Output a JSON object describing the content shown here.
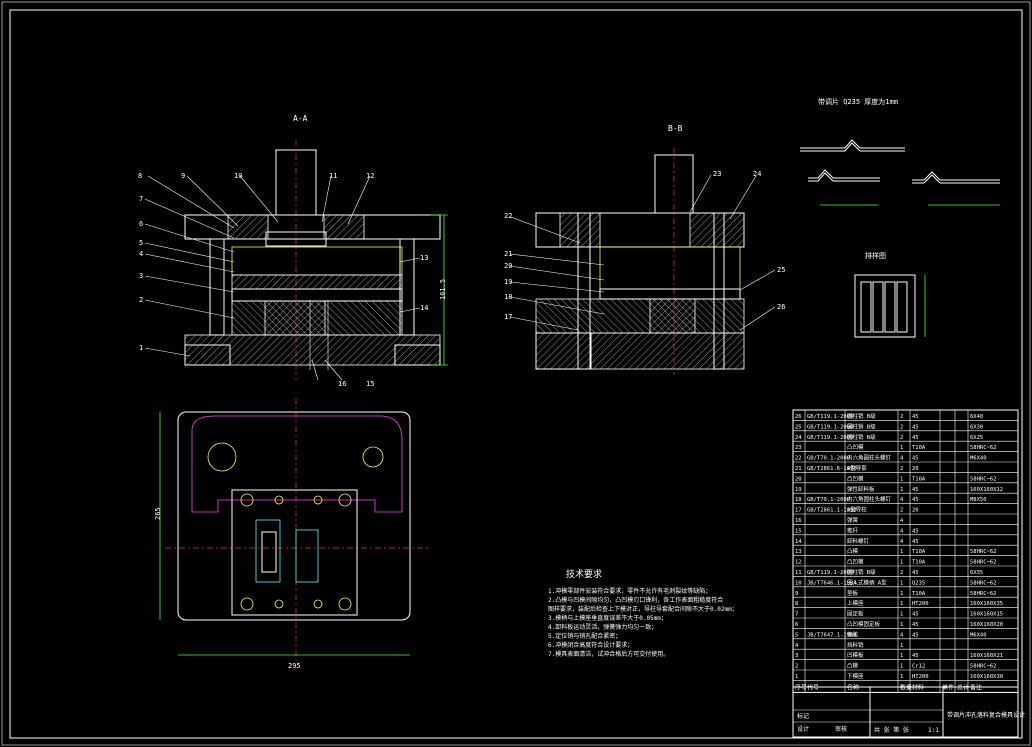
{
  "drawing": {
    "view_labels": {
      "section_a": "A-A",
      "section_b": "B-B",
      "blank_view": "排样图"
    },
    "part_note": "带调片  Q235   厚度为1mm",
    "dimension_total_height": "161.5",
    "dimension_plan_width": "295",
    "dimension_plan_height": "265",
    "leaders_a": [
      "8",
      "9",
      "10",
      "11",
      "12",
      "7",
      "6",
      "5",
      "4",
      "3",
      "2",
      "1",
      "13",
      "14",
      "15",
      "16"
    ],
    "leaders_b": [
      "23",
      "24",
      "25",
      "22",
      "21",
      "20",
      "19",
      "18",
      "17",
      "26"
    ]
  },
  "tech_requirements": {
    "title": "技术要求",
    "lines": [
      "1.冲模零部件安装符合要求，零件不允许有毛刺裂纹等缺陷；",
      "2.凸模与凹模间隙均匀，凸凹模刃口锋利，各工作表面粗糙度符合",
      "  图样要求，装配后检查上下模对正，导柱导套配合间隙不大于0.02mm；",
      "3.模柄与上模座垂直度误差不大于0.05mm；",
      "4.卸料板运动灵活，弹簧弹力均匀一致；",
      "5.定位销与销孔配合紧密；",
      "6.冲模闭合高度符合设计要求；",
      "7.模具表面清洁，试冲合格后方可交付使用。"
    ]
  },
  "bom": {
    "headers": [
      "序号",
      "代号",
      "名称",
      "数量",
      "材料",
      "单件",
      "总计",
      "备注"
    ],
    "rows": [
      [
        "26",
        "GB/T119.1-2000",
        "圆柱销 B级",
        "2",
        "45",
        "",
        "",
        "6X40"
      ],
      [
        "25",
        "GB/T119.1-2000",
        "圆柱销 B级",
        "2",
        "45",
        "",
        "",
        "6X30"
      ],
      [
        "24",
        "GB/T119.1-2000",
        "圆柱销 B级",
        "2",
        "45",
        "",
        "",
        "6X25"
      ],
      [
        "23",
        "",
        "凸凹模",
        "1",
        "T10A",
        "",
        "",
        "58HRC~62"
      ],
      [
        "22",
        "GB/T70.1-2000",
        "内六角圆柱头螺钉",
        "4",
        "45",
        "",
        "",
        "M6X40"
      ],
      [
        "21",
        "GB/T2861.6-1990",
        "A型导套",
        "2",
        "20",
        "",
        "",
        ""
      ],
      [
        "20",
        "",
        "凸凹模",
        "1",
        "T10A",
        "",
        "",
        "58HRC~62"
      ],
      [
        "19",
        "",
        "弹性卸料板",
        "1",
        "45",
        "",
        "",
        "160X160X12"
      ],
      [
        "18",
        "GB/T70.1-2000",
        "内六角圆柱头螺钉",
        "4",
        "45",
        "",
        "",
        "M8X50"
      ],
      [
        "17",
        "GB/T2861.1-1990",
        "A型导柱",
        "2",
        "20",
        "",
        "",
        ""
      ],
      [
        "16",
        "",
        "弹簧",
        "4",
        "",
        "",
        "",
        ""
      ],
      [
        "15",
        "",
        "推杆",
        "4",
        "45",
        "",
        "",
        ""
      ],
      [
        "14",
        "",
        "卸料螺钉",
        "4",
        "45",
        "",
        "",
        ""
      ],
      [
        "13",
        "",
        "凸模",
        "1",
        "T10A",
        "",
        "",
        "58HRC~62"
      ],
      [
        "12",
        "",
        "凸凹模",
        "1",
        "T10A",
        "",
        "",
        "58HRC~62"
      ],
      [
        "11",
        "GB/T119.1-2000",
        "圆柱销 B级",
        "2",
        "45",
        "",
        "",
        "6X35"
      ],
      [
        "10",
        "JB/T7646.1-1994",
        "压入式模柄 A型",
        "1",
        "Q235",
        "",
        "",
        "58HRC~62"
      ],
      [
        "9",
        "",
        "垫板",
        "1",
        "T10A",
        "",
        "",
        "58HRC~62"
      ],
      [
        "8",
        "",
        "上模座",
        "1",
        "HT200",
        "",
        "",
        "160X160X35"
      ],
      [
        "7",
        "",
        "固定板",
        "1",
        "45",
        "",
        "",
        "160X160X15"
      ],
      [
        "6",
        "",
        "凸凹模固定板",
        "1",
        "45",
        "",
        "",
        "160X160X20"
      ],
      [
        "5",
        "JB/T7647.1-1994",
        "橡胶",
        "4",
        "45",
        "",
        "",
        "M6X40"
      ],
      [
        "4",
        "",
        "挡料销",
        "1",
        "",
        "",
        "",
        ""
      ],
      [
        "3",
        "",
        "凹模板",
        "1",
        "45",
        "",
        "",
        "160X160X21"
      ],
      [
        "2",
        "",
        "凸模",
        "1",
        "Cr12",
        "",
        "",
        "58HRC~62"
      ],
      [
        "1",
        "",
        "下模座",
        "1",
        "HT200",
        "",
        "",
        "160X160X30"
      ]
    ]
  },
  "title_block": {
    "title": "带调片冲孔落料复合模具设计",
    "scale": "1:1",
    "sheet": "共 张  第 张",
    "label_1": "标记",
    "label_2": "设计",
    "label_3": "审核"
  }
}
